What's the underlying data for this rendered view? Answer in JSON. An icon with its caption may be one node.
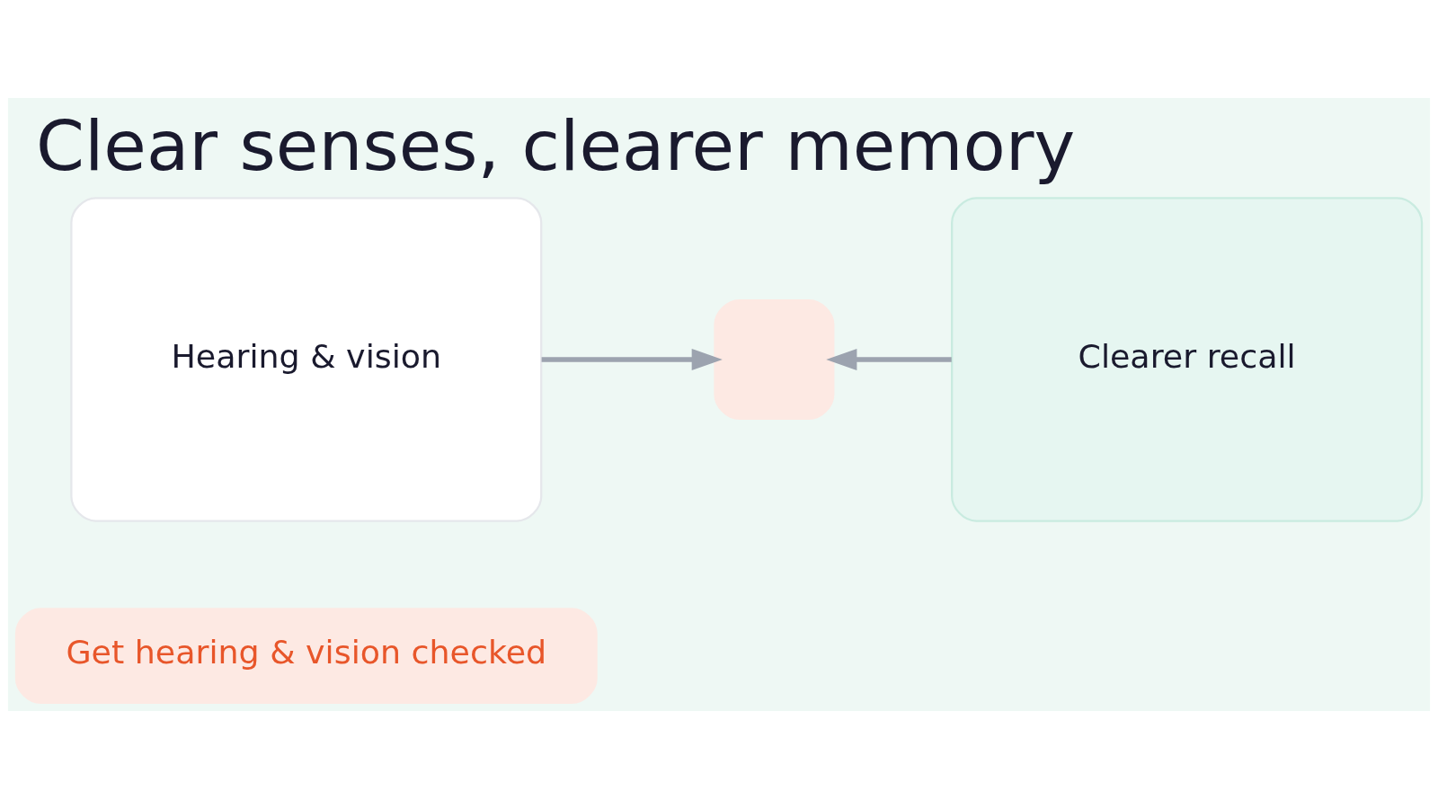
{
  "diagram": {
    "title": "Clear senses, clearer memory",
    "nodes": [
      {
        "text": [
          "Hearing & vision"
        ]
      },
      {
        "text": [],
        "shape": "box"
      },
      {
        "text": [
          "Clearer recall"
        ]
      },
      {
        "text": [
          "Get hearing & vision checked"
        ]
      }
    ],
    "edges": [
      {
        "from": 0,
        "to": 1,
        "arrow": "to"
      },
      {
        "from": 2,
        "to": 1,
        "arrow": "to"
      }
    ]
  }
}
